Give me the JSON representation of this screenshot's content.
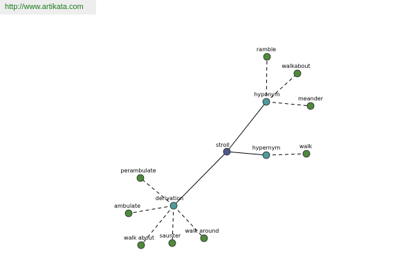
{
  "source": {
    "url_text": "http://www.artikata.com"
  },
  "graph": {
    "colors": {
      "center": "#4b5a8c",
      "group": "#4f9a9a",
      "leaf": "#4f8a3c",
      "node_stroke": "#2a2a2a",
      "edge": "#000000"
    },
    "center": {
      "label": "stroll"
    },
    "groups": {
      "hyponym": {
        "label": "hyponym",
        "leaves": [
          "ramble",
          "walkabout",
          "meander"
        ]
      },
      "hypernym": {
        "label": "hypernym",
        "leaves": [
          "walk"
        ]
      },
      "derivation": {
        "label": "derivation",
        "leaves": [
          "perambulate",
          "ambulate",
          "walk about",
          "saunter",
          "walk around"
        ]
      }
    }
  }
}
